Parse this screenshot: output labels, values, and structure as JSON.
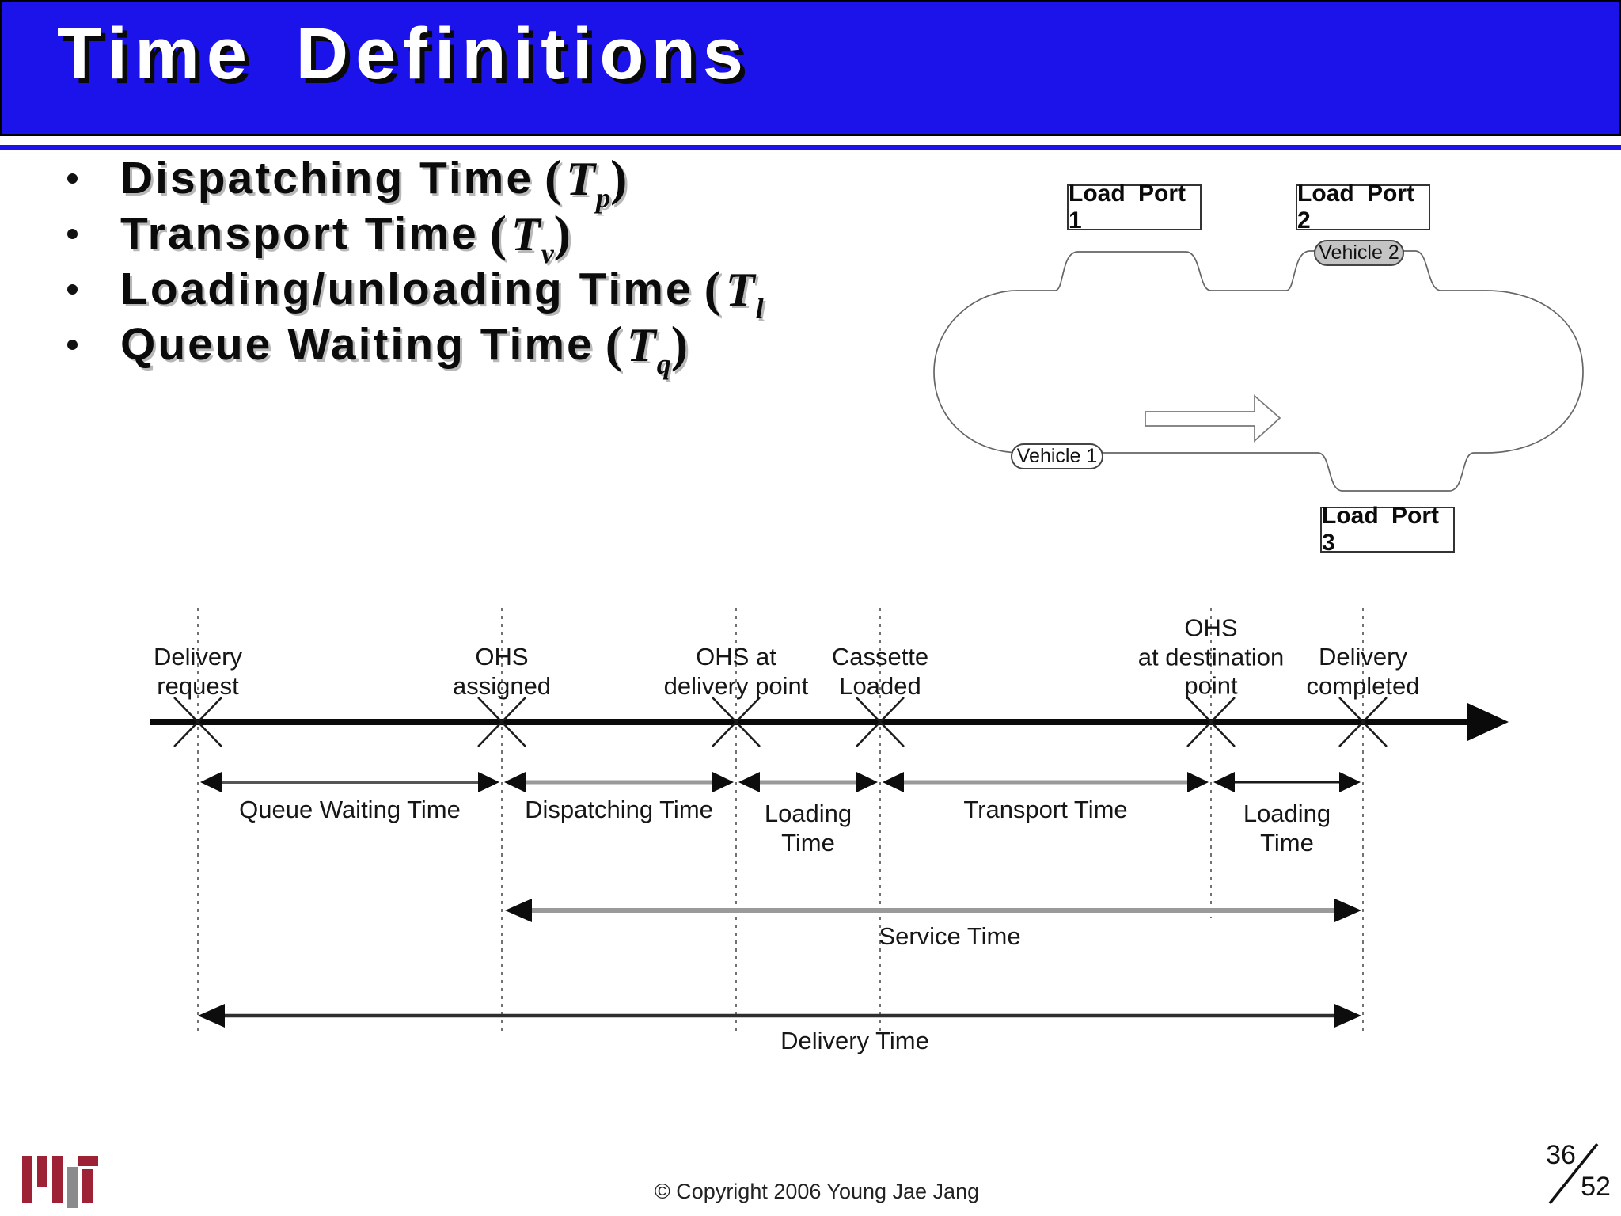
{
  "colors": {
    "header_blue": "#1b13ea",
    "bullet_shadow": "#b8b8b8",
    "vehicle2_gray": "#c4c4c4",
    "mit_red": "#9d2235",
    "mit_gray": "#8a8b8c"
  },
  "header": {
    "title": "Time Definitions"
  },
  "bullets": [
    {
      "text": "Dispatching Time",
      "open": "(",
      "symbol": "T",
      "sub": "p",
      "close": ")"
    },
    {
      "text": "Transport Time",
      "open": "(",
      "symbol": "T",
      "sub": "v",
      "close": ")"
    },
    {
      "text": "Loading/unloading Time",
      "open": "(",
      "symbol": "T",
      "sub": "l",
      "close": ""
    },
    {
      "text": "Queue Waiting Time",
      "open": "(",
      "symbol": "T",
      "sub": "q",
      "close": ")"
    }
  ],
  "diagram": {
    "load_ports": [
      {
        "label": "Load Port 1"
      },
      {
        "label": "Load Port 2"
      },
      {
        "label": "Load Port 3"
      }
    ],
    "vehicles": [
      {
        "label": "Vehicle 1"
      },
      {
        "label": "Vehicle 2"
      }
    ]
  },
  "timeline": {
    "events": [
      {
        "label": "Delivery\nrequest"
      },
      {
        "label": "OHS\nassigned"
      },
      {
        "label": "OHS at\ndelivery point"
      },
      {
        "label": "Cassette\nLoaded"
      },
      {
        "label": "OHS\nat destination\npoint"
      },
      {
        "label": "Delivery\ncompleted"
      }
    ],
    "intervals": [
      {
        "label": "Queue Waiting Time"
      },
      {
        "label": "Dispatching Time"
      },
      {
        "label": "Loading\nTime"
      },
      {
        "label": "Transport Time"
      },
      {
        "label": "Loading\nTime"
      }
    ],
    "spans": [
      {
        "label": "Service Time"
      },
      {
        "label": "Delivery Time"
      }
    ]
  },
  "footer": {
    "copyright": "© Copyright 2006 Young Jae Jang",
    "page_current": "36",
    "page_total": "52"
  }
}
